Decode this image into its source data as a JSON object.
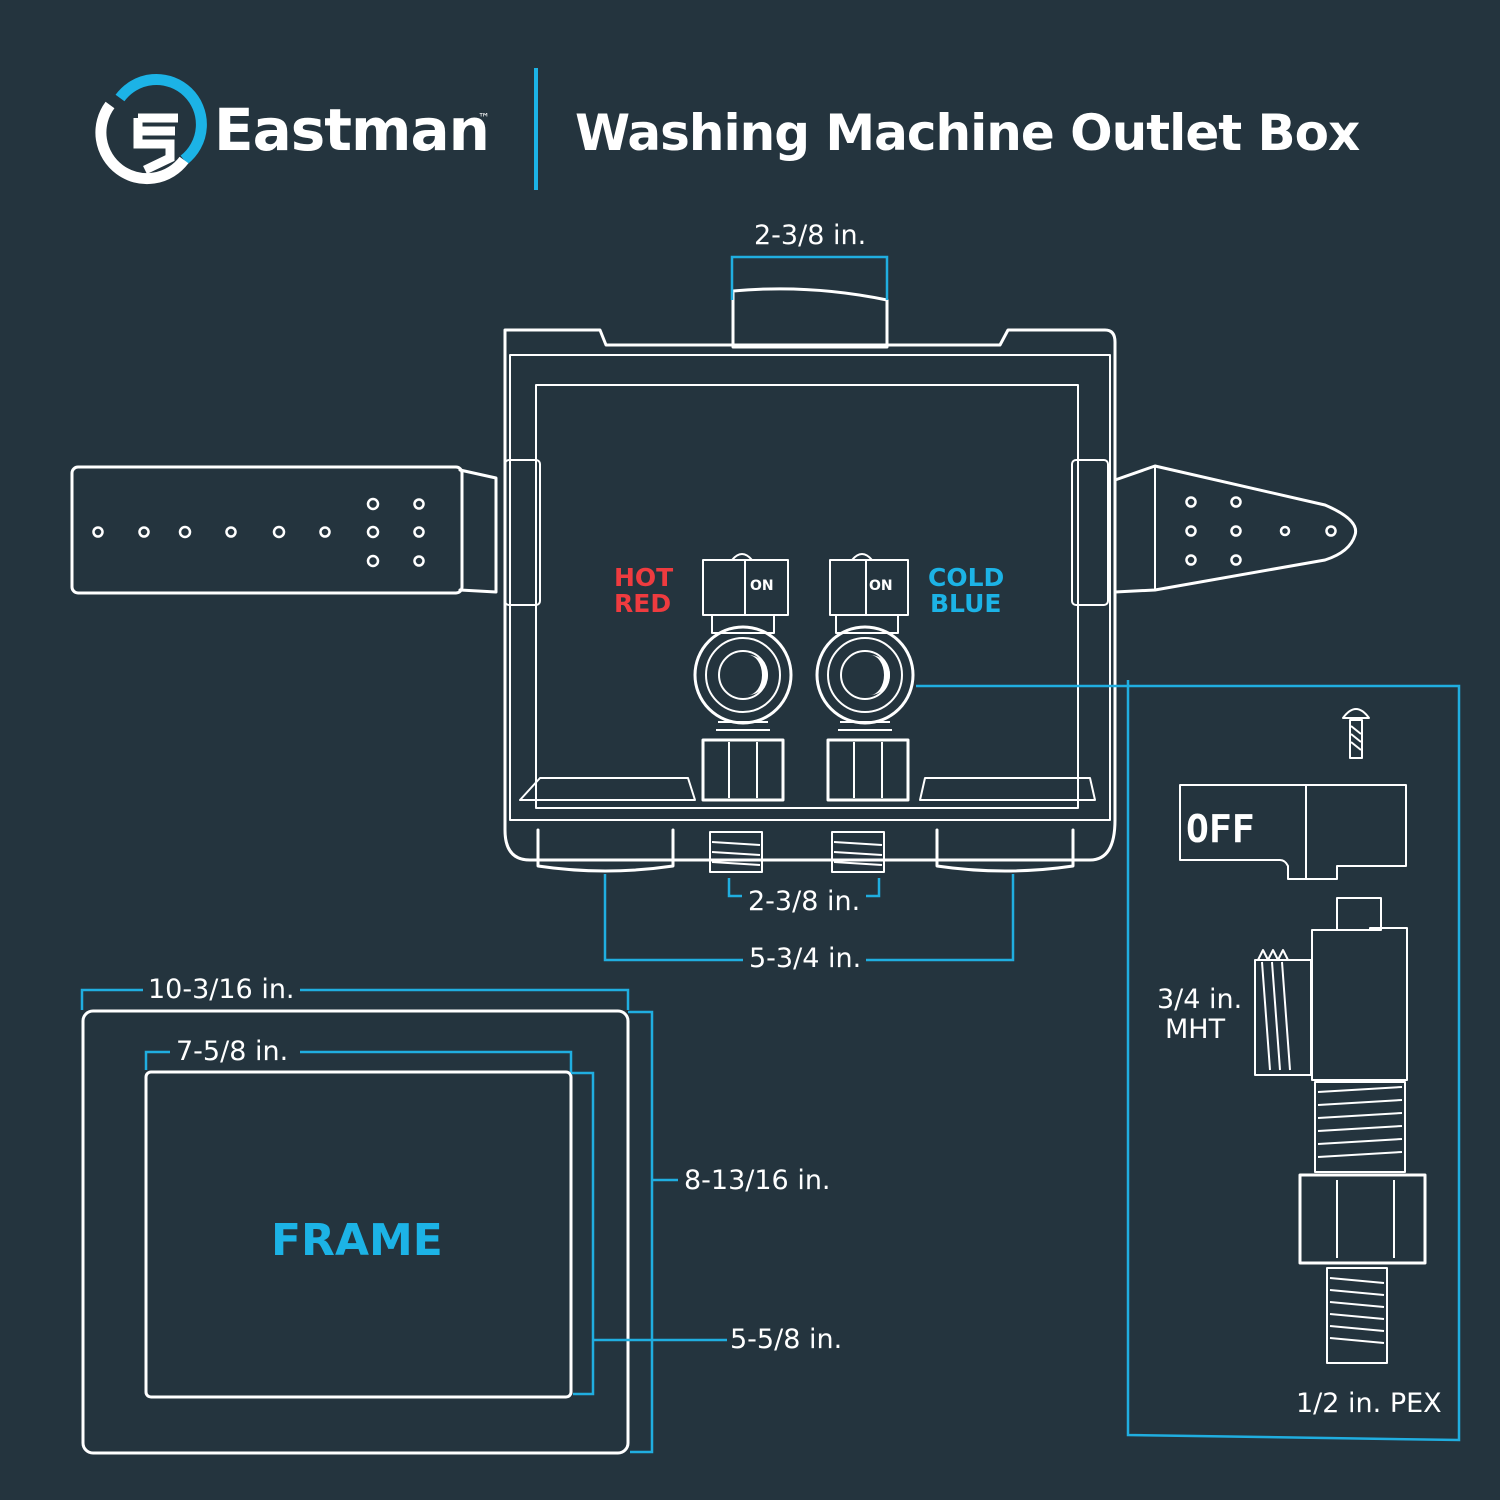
{
  "header": {
    "brand_name": "Eastman",
    "trademark": "™",
    "title": "Washing Machine Outlet Box",
    "brand_accent_color": "#1cb3e6"
  },
  "outlet_box": {
    "top_drain_width": "2-3/8 in.",
    "valve_spacing": "2-3/8 in.",
    "bottom_outlet_spacing": "5-3/4 in.",
    "hot_label_line1": "HOT",
    "hot_label_line2": "RED",
    "cold_label_line1": "COLD",
    "cold_label_line2": "BLUE",
    "valve_handle_label": "ON",
    "hot_color": "#ef3b3f",
    "cold_color": "#1cb3e6"
  },
  "frame": {
    "label": "FRAME",
    "outer_width": "10-3/16 in.",
    "inner_width": "7-5/8 in.",
    "outer_height": "8-13/16 in.",
    "inner_height": "5-5/8 in."
  },
  "valve_detail": {
    "handle_label": "OFF",
    "hose_thread": "3/4 in.",
    "hose_thread_type": "MHT",
    "pipe_connection": "1/2 in. PEX"
  },
  "colors": {
    "background": "#24343e",
    "line": "#ffffff",
    "dimension_line": "#20aee0"
  }
}
